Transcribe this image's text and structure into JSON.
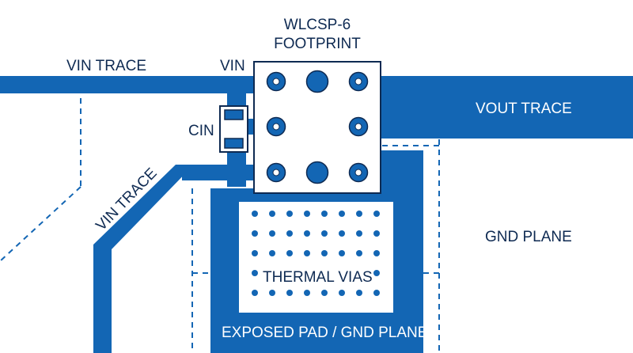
{
  "colors": {
    "copper": "#1366b4",
    "outline": "#0e2a52",
    "background": "#ffffff",
    "label_dark": "#0e2a52",
    "label_light": "#ffffff"
  },
  "labels": {
    "footprint_line1": "WLCSP-6",
    "footprint_line2": "FOOTPRINT",
    "vin_trace_top": "VIN TRACE",
    "vin_pin": "VIN",
    "vout_trace": "VOUT TRACE",
    "cin": "CIN",
    "vin_trace_diag": "VIN TRACE",
    "gnd_plane": "GND PLANE",
    "thermal_vias": "THERMAL VIAS",
    "exposed_pad": "EXPOSED PAD / GND PLANE"
  }
}
